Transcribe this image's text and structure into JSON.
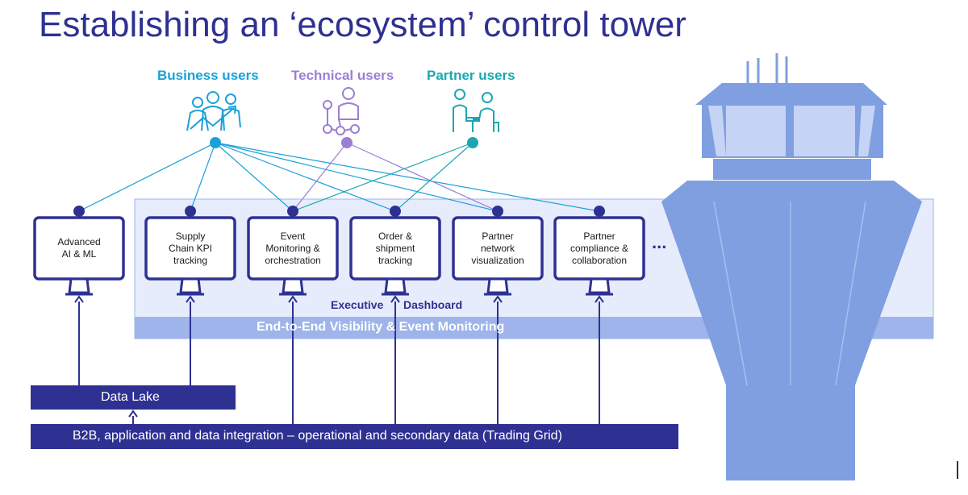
{
  "slide": {
    "title": "Establishing an ‘ecosystem’ control tower"
  },
  "users": [
    {
      "label": "Business users",
      "color": "#1ba1d8",
      "icon": "business-users-icon"
    },
    {
      "label": "Technical users",
      "color": "#9b7fd4",
      "icon": "technical-users-icon"
    },
    {
      "label": "Partner users",
      "color": "#1aa7b0",
      "icon": "partner-users-icon"
    }
  ],
  "monitors": [
    {
      "label": "Advanced\nAI & ML"
    },
    {
      "label": "Supply\nChain KPI\ntracking"
    },
    {
      "label": "Event\nMonitoring &\norchestration"
    },
    {
      "label": "Order &\nshipment\ntracking"
    },
    {
      "label": "Partner\nnetwork\nvisualization"
    },
    {
      "label": "Partner\ncompliance &\ncollaboration"
    }
  ],
  "ellipsis": "...",
  "dashboard": {
    "executive_label": "Executive",
    "dashboard_label": "Dashboard",
    "band_label": "End-to-End Visibility & Event Monitoring"
  },
  "data_lake": {
    "label": "Data Lake"
  },
  "integration_bar": {
    "label": "B2B, application and data integration – operational and secondary data (Trading Grid)"
  },
  "colors": {
    "navy": "#2e3192",
    "tower_blue": "#7f9fe0",
    "tower_light": "#c5d3f5",
    "panel_light": "#e6ecfb",
    "band": "#9eb4ea"
  }
}
